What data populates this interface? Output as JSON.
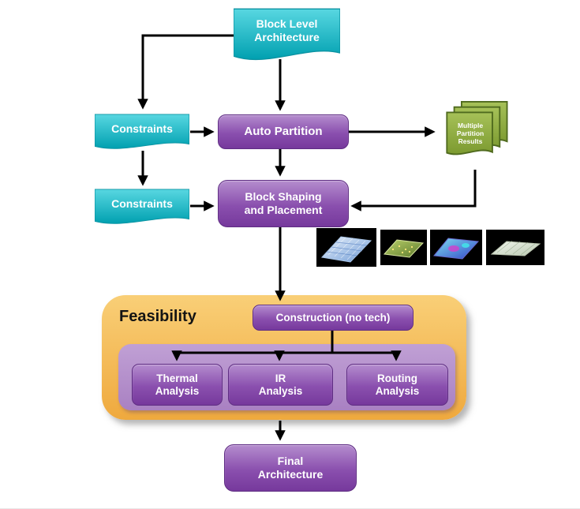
{
  "nodes": {
    "block_arch": {
      "label": "Block Level\nArchitecture"
    },
    "constraints_top": {
      "label": "Constraints"
    },
    "constraints_bottom": {
      "label": "Constraints"
    },
    "auto_partition": {
      "label": "Auto Partition"
    },
    "partition_results": {
      "label": "Multiple\nPartition\nResults"
    },
    "block_shaping": {
      "label": "Block Shaping\nand Placement"
    },
    "feasibility": {
      "label": "Feasibility"
    },
    "construction": {
      "label": "Construction (no tech)"
    },
    "thermal": {
      "label": "Thermal\nAnalysis"
    },
    "ir": {
      "label": "IR\nAnalysis"
    },
    "routing": {
      "label": "Routing\nAnalysis"
    },
    "final_arch": {
      "label": "Final\nArchitecture"
    }
  },
  "edges": [
    {
      "from": "Block Level Architecture",
      "to": "Constraints (top)"
    },
    {
      "from": "Block Level Architecture",
      "to": "Auto Partition"
    },
    {
      "from": "Constraints (top)",
      "to": "Auto Partition"
    },
    {
      "from": "Constraints (top)",
      "to": "Constraints (bottom)"
    },
    {
      "from": "Auto Partition",
      "to": "Multiple Partition Results"
    },
    {
      "from": "Multiple Partition Results",
      "to": "Block Shaping and Placement"
    },
    {
      "from": "Constraints (bottom)",
      "to": "Block Shaping and Placement"
    },
    {
      "from": "Auto Partition",
      "to": "Block Shaping and Placement"
    },
    {
      "from": "Block Shaping and Placement",
      "to": "Construction (no tech)"
    },
    {
      "from": "Construction (no tech)",
      "to": "Thermal Analysis"
    },
    {
      "from": "Construction (no tech)",
      "to": "IR Analysis"
    },
    {
      "from": "Construction (no tech)",
      "to": "Routing Analysis"
    },
    {
      "from": "Feasibility",
      "to": "Final Architecture"
    }
  ],
  "colors": {
    "teal": "#18b7c6",
    "purple": "#8a4fae",
    "green": "#8fae3e",
    "orange": "#f2b351",
    "arrow": "#000000"
  },
  "thumbnails": [
    "chip-layout-1",
    "chip-layout-2",
    "chip-layout-3",
    "chip-layout-4"
  ]
}
